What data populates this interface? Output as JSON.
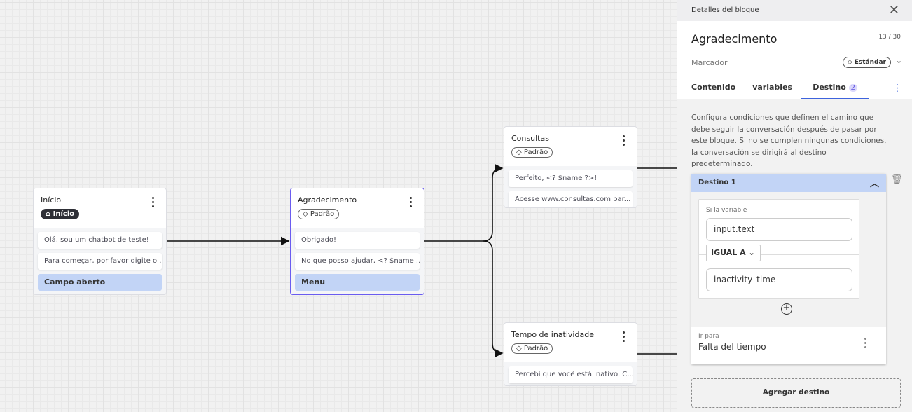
{
  "canvas": {
    "nodes": [
      {
        "title": "Início",
        "tag": "Início",
        "tag_icon": "home-icon",
        "messages": [
          "Olá, sou um chatbot de teste!",
          "Para começar, por favor digite o ..."
        ],
        "option": "Campo aberto"
      },
      {
        "title": "Agradecimento",
        "tag": "Padrão",
        "tag_icon": "tag-icon",
        "messages": [
          "Obrigado!",
          "No que posso ajudar, <? $name ..."
        ],
        "option": "Menu"
      },
      {
        "title": "Consultas",
        "tag": "Padrão",
        "tag_icon": "tag-icon",
        "messages": [
          "Perfeito, <? $name ?>!",
          "Acesse www.consultas.com par..."
        ]
      },
      {
        "title": "Tempo de inatividade",
        "tag": "Padrão",
        "tag_icon": "tag-icon",
        "messages": [
          "Percebi que você está inativo. C..."
        ]
      }
    ]
  },
  "panel": {
    "header": "Detalles del bloque",
    "name": "Agradecimento",
    "count": "13 / 30",
    "marker_label": "Marcador",
    "marker_value": "Estándar",
    "tabs": [
      {
        "label": "Contenido"
      },
      {
        "label": "variables"
      },
      {
        "label": "Destino",
        "badge": "2"
      }
    ],
    "description": "Configura condiciones que definen el camino que debe seguir la conversación después de pasar por este bloque. Si no se cumplen ningunas condiciones, la conversación se dirigirá al destino predeterminado.",
    "destination": {
      "title": "Destino 1",
      "if_label": "Si la variable",
      "variable": "input.text",
      "operator": "IGUAL A",
      "value": "inactivity_time",
      "goto_label": "Ir para",
      "goto_value": "Falta del tiempo"
    },
    "add_label": "Agregar destino"
  },
  "colors": {
    "accent": "#3d63dd",
    "selected_border": "#6a5cf0",
    "option_bg": "#c2d4f6"
  }
}
